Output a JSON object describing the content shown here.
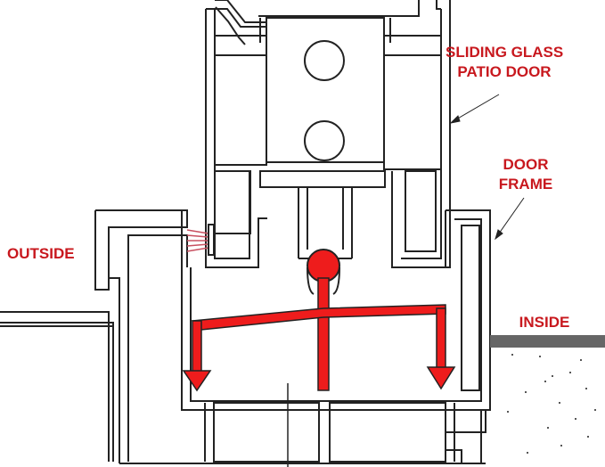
{
  "colors": {
    "label_red": "#c8181e",
    "flow_red": "#ee1c1c",
    "outline": "#222222",
    "inside_floor": "#666666"
  },
  "labels": {
    "sliding_glass_patio_door_line1": "SLIDING GLASS",
    "sliding_glass_patio_door_line2": "PATIO DOOR",
    "door_frame_line1": "DOOR",
    "door_frame_line2": "FRAME",
    "outside": "OUTSIDE",
    "inside": "INSIDE"
  }
}
